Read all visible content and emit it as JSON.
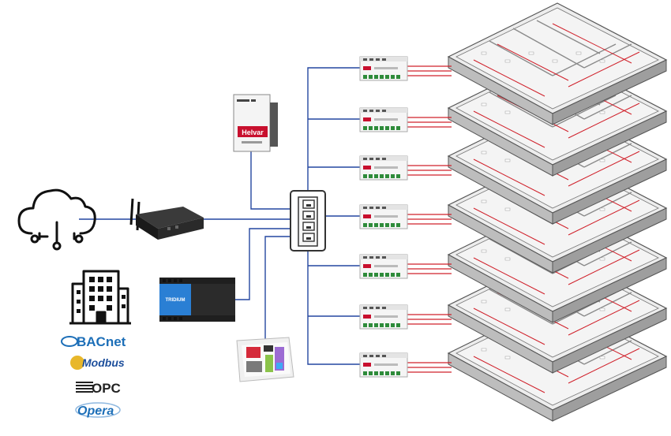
{
  "devices": {
    "helvar_box": {
      "brand": "Helvar",
      "icon": "helvar-controller-icon"
    },
    "router": {
      "icon": "router-icon"
    },
    "cloud": {
      "icon": "cloud-network-icon"
    },
    "building": {
      "icon": "office-building-icon"
    },
    "bms_controller": {
      "brand": "TRIDIUM",
      "icon": "bms-controller-icon"
    },
    "switch": {
      "icon": "network-switch-icon"
    },
    "touch_panel": {
      "icon": "touch-panel-icon"
    },
    "floor_router_count_note": "",
    "protocols": [
      {
        "label": "BACnet",
        "color": "#1d6fb8"
      },
      {
        "label": "Modbus",
        "color": "#1d4f9c"
      },
      {
        "label": "OPC",
        "color": "#222222"
      },
      {
        "label": "Opera",
        "color": "#1d6fb8"
      }
    ]
  },
  "colors": {
    "network_line": "#2447a0",
    "dali_line": "#d0202a",
    "floor_outline": "#555555",
    "floor_fill": "#ededed"
  }
}
